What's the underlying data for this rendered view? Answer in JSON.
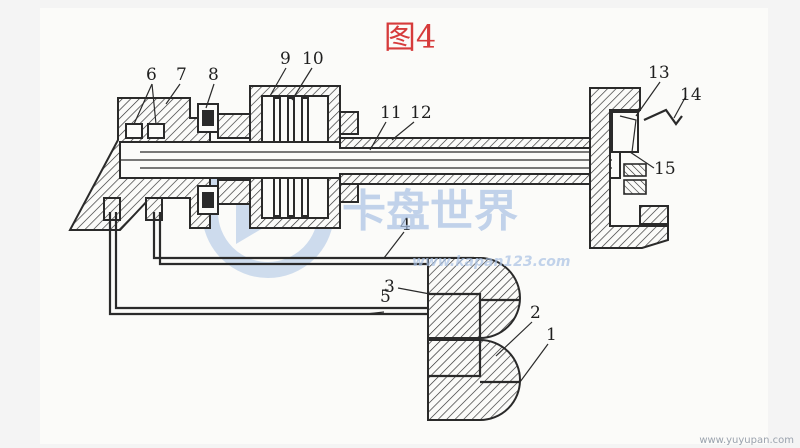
{
  "diagram": {
    "title": "图4",
    "labels": {
      "l1": "1",
      "l2": "2",
      "l3": "3",
      "l4": "4",
      "l5": "5",
      "l6": "6",
      "l7": "7",
      "l8": "8",
      "l9": "9",
      "l10": "10",
      "l11": "11",
      "l12": "12",
      "l13": "13",
      "l14": "14",
      "l15": "15"
    }
  },
  "watermark": {
    "brand": "卡盘世界",
    "url": "www.kapan123.com",
    "corner_text": "www.yuyupan.com"
  },
  "colors": {
    "title": "#d63b3b",
    "watermark": "#a9c2e4",
    "line": "#2a2a2a"
  }
}
